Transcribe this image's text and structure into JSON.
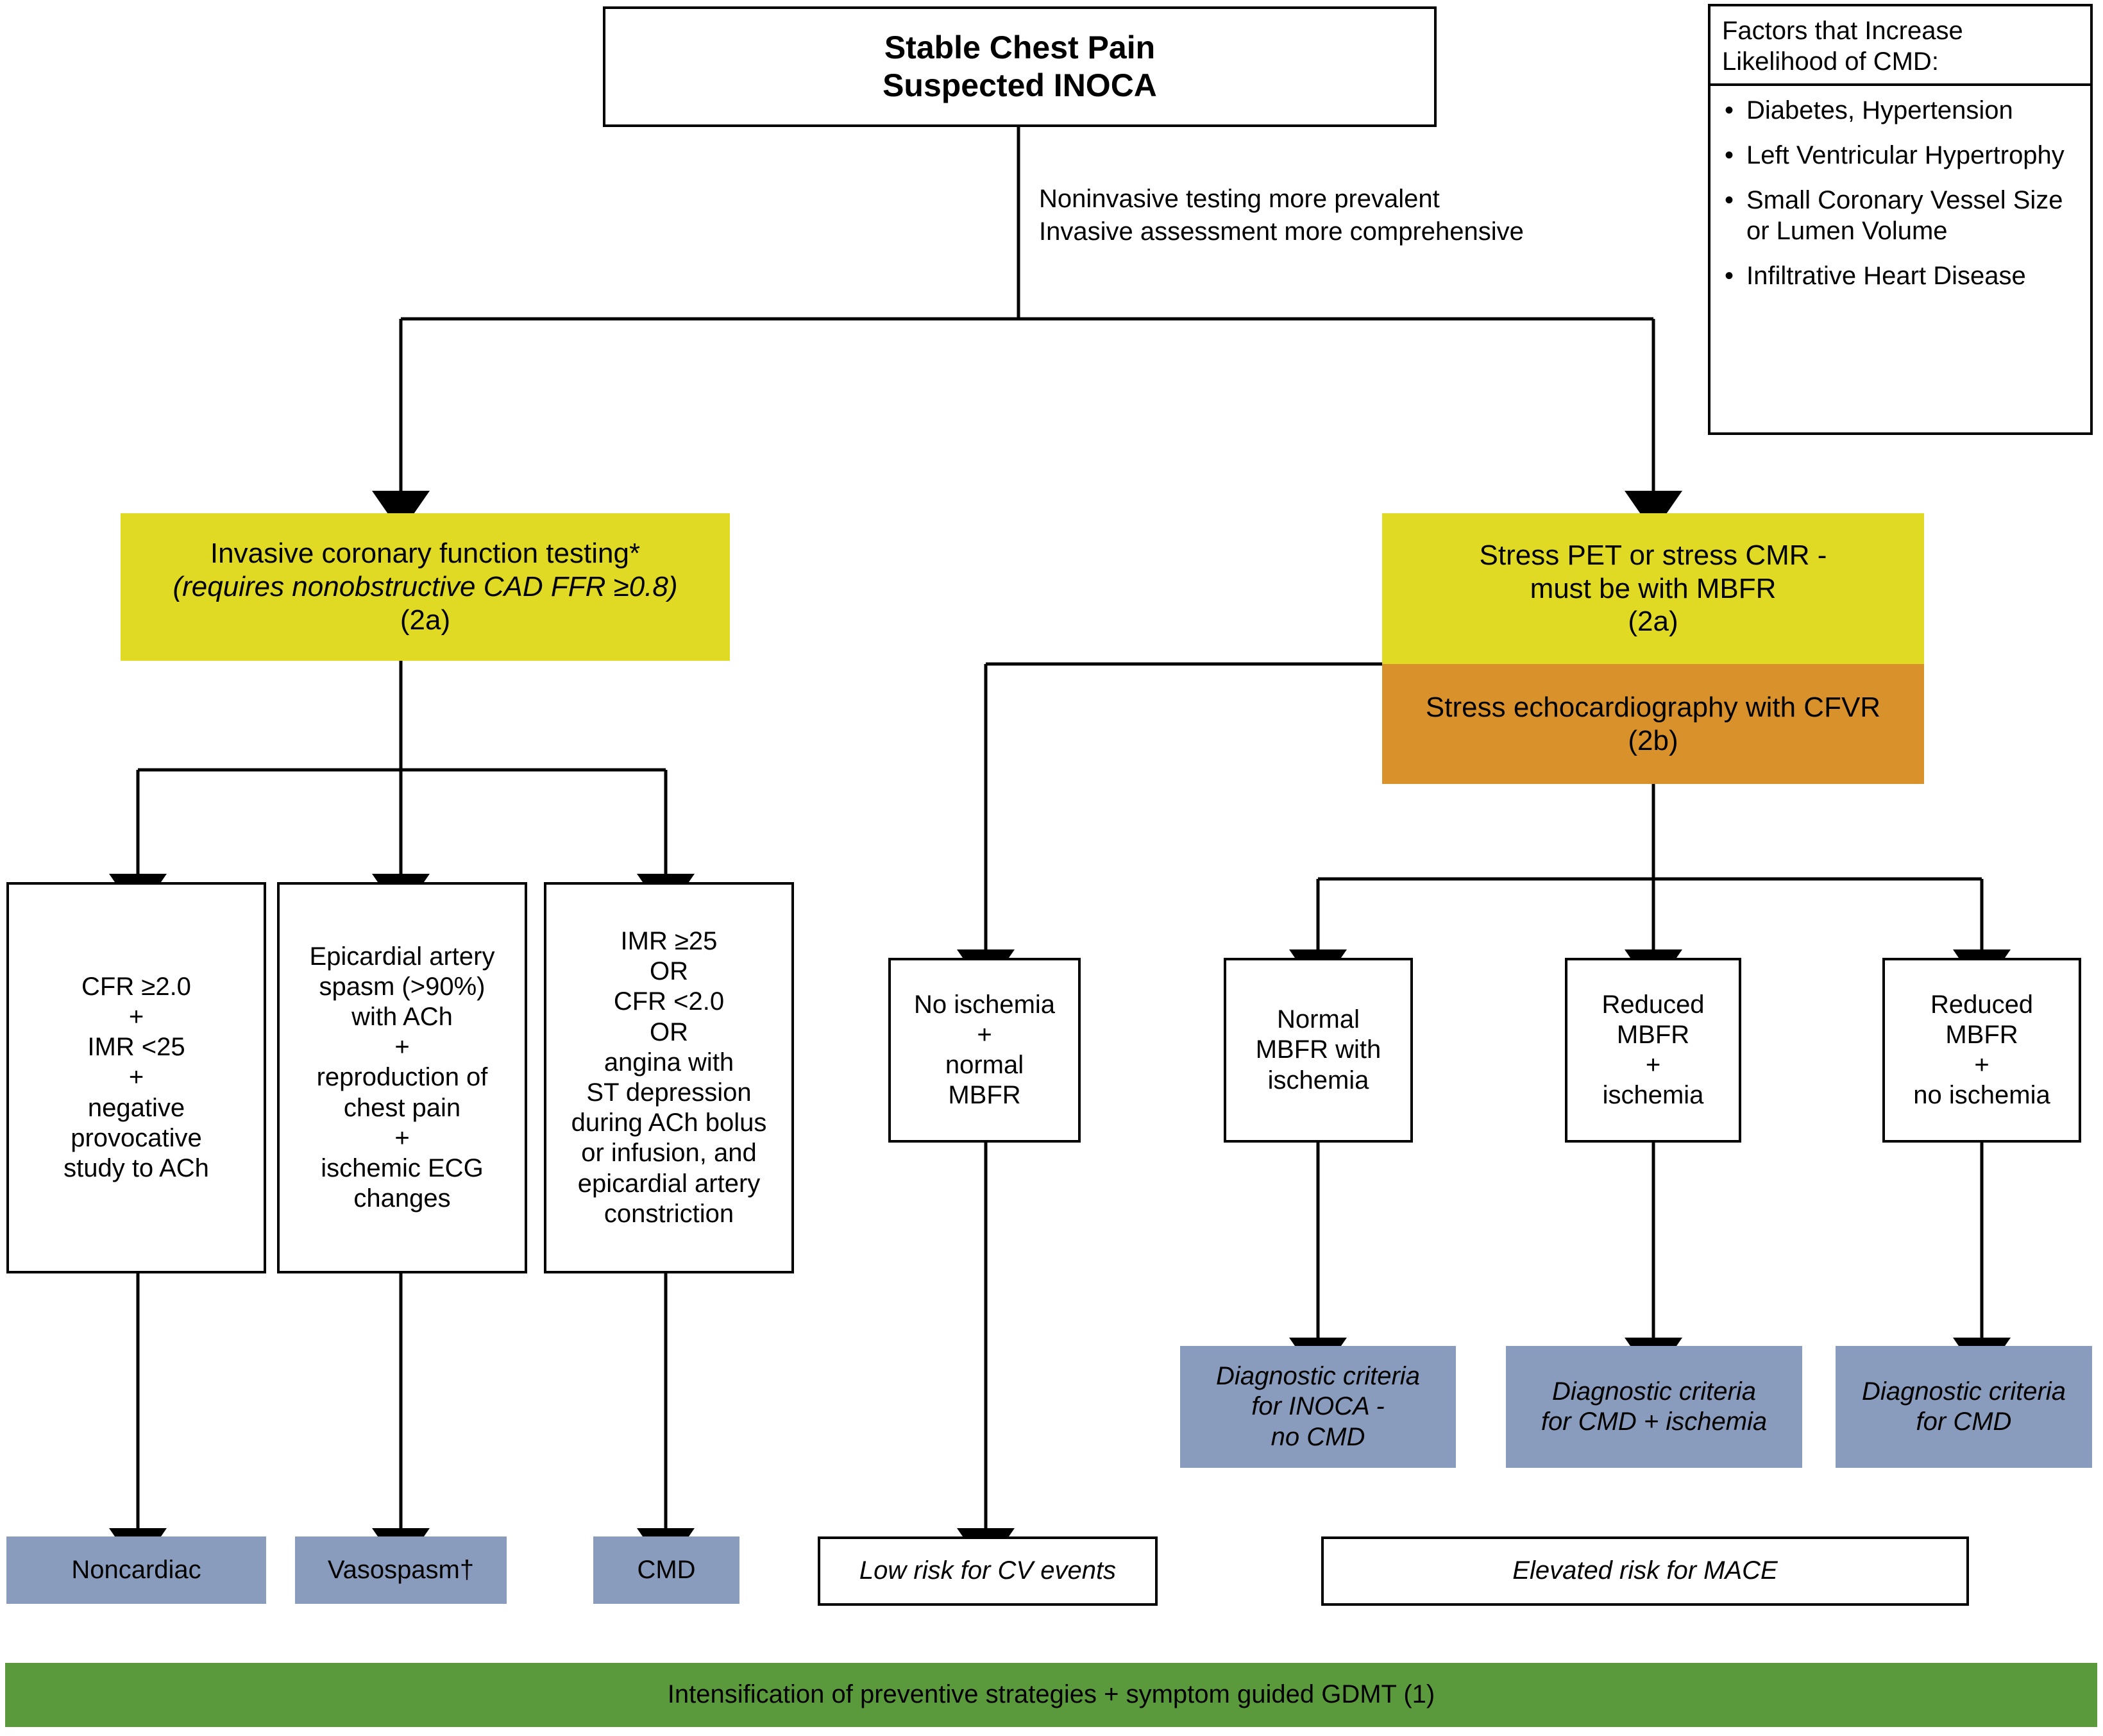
{
  "diagram": {
    "title": "Stable Chest Pain Suspected INOCA diagnostic algorithm",
    "colors": {
      "yellow": "#E0DA24",
      "orange": "#D9912C",
      "blue": "#8A9CBD",
      "green": "#5A9A3C",
      "outline": "#000000",
      "background": "#FFFFFF"
    }
  },
  "root": {
    "line1": "Stable Chest Pain",
    "line2": "Suspected INOCA"
  },
  "trunk_note": "Noninvasive testing more prevalent\nInvasive assessment more comprehensive",
  "factors_panel": {
    "heading": "Factors that Increase Likelihood of CMD:",
    "items": [
      "Diabetes, Hypertension",
      "Left Ventricular Hypertrophy",
      "Small Coronary Vessel Size or Lumen Volume",
      "Infiltrative Heart Disease"
    ]
  },
  "pathways": {
    "invasive": {
      "line1": "Invasive coronary function testing*",
      "line2": "(requires nonobstructive CAD FFR ≥0.8)",
      "line3": "(2a)"
    },
    "stress_imaging": {
      "line1": "Stress PET or stress CMR -",
      "line2": "must be with MBFR",
      "line3": "(2a)"
    },
    "stress_echo": {
      "line1": "Stress echocardiography with CFVR",
      "line2": "(2b)"
    }
  },
  "invasive_criteria": [
    "CFR ≥2.0\n+\nIMR <25\n+\nnegative\nprovocative\nstudy to ACh",
    "Epicardial artery\nspasm (>90%)\nwith ACh\n+\nreproduction of\nchest pain\n+\nischemic ECG\nchanges",
    "IMR ≥25\nOR\nCFR <2.0\nOR\nangina with\nST depression\nduring ACh bolus\nor infusion, and\nepicardial artery\nconstriction"
  ],
  "invasive_outcomes": [
    "Noncardiac",
    "Vasospasm†",
    "CMD"
  ],
  "noninvasive_results": [
    "No ischemia\n+\nnormal\nMBFR",
    "Normal\nMBFR with\nischemia",
    "Reduced\nMBFR\n+\nischemia",
    "Reduced\nMBFR\n+\nno ischemia"
  ],
  "diagnostic_criteria": [
    "Diagnostic criteria\nfor INOCA -\nno CMD",
    "Diagnostic criteria\nfor CMD + ischemia",
    "Diagnostic criteria\nfor CMD"
  ],
  "risk": {
    "low": "Low risk for CV events",
    "elevated": "Elevated risk for MACE"
  },
  "footer": "Intensification of preventive strategies + symptom guided GDMT (1)"
}
